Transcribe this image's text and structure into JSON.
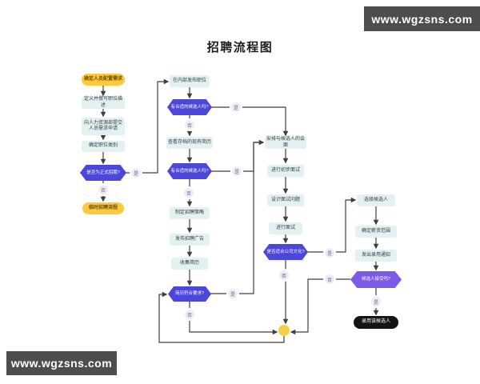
{
  "title": "招聘流程图",
  "watermark": {
    "text": "www.wgzsns.com"
  },
  "labels": {
    "yes": "是",
    "no": "否"
  },
  "colors": {
    "node_fill": "#E3F1F0",
    "start_yellow": "#FFC93F",
    "decision_indigo": "#4B47DB",
    "decision_violet": "#7C5AE8",
    "terminal_black": "#141414",
    "merge_dot_yellow": "#F6CE47",
    "connector": "#3f3f3f",
    "watermark_bg": "#4d4d4d"
  },
  "nodes": {
    "n1": "确定人员配置需求",
    "n2": "定义并撰写职位描述",
    "n3": "向人力资源部提交\n人员需求申请",
    "n4": "确定职位类别",
    "h1": "是否为正式招聘?",
    "end1": "临时招聘流程",
    "n5": "在内部发布职位",
    "h2": "有合适的候选人吗?",
    "n6": "查看存档的现有简历",
    "h3": "有合适的候选人吗?",
    "n7": "制定招聘策略",
    "n8": "发布招聘广告",
    "n9": "收集简历",
    "h4": "简历符合要求?",
    "n10": "安排与候选人的会面",
    "n11": "进行初步面试",
    "n12": "设计面试问题",
    "n13": "进行面试",
    "h5": "是否适合公司文化?",
    "n14": "选择候选人",
    "n15": "确定薪资范围",
    "n16": "发出录用通知",
    "h6": "候选人接受吗?",
    "end2": "录用该候选人"
  }
}
